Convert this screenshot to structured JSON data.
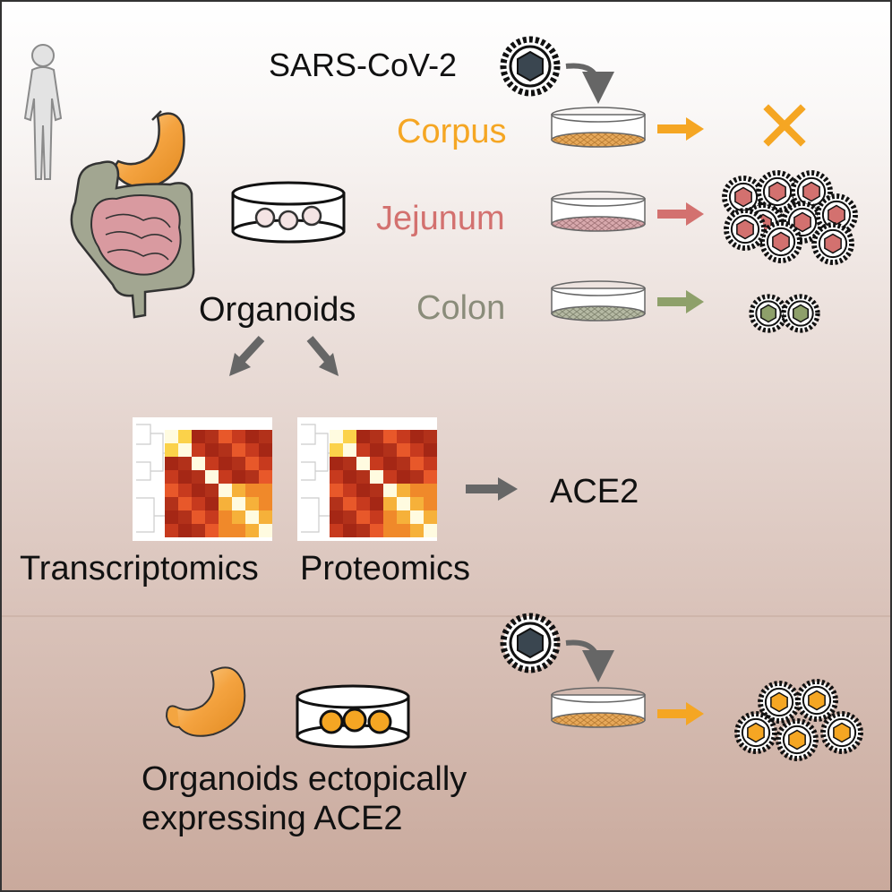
{
  "labels": {
    "virus": "SARS-CoV-2",
    "corpus": "Corpus",
    "jejunum": "Jejunum",
    "colon": "Colon",
    "organoids": "Organoids",
    "ace2": "ACE2",
    "transcriptomics": "Transcriptomics",
    "proteomics": "Proteomics",
    "ectopic_line1": "Organoids ectopically",
    "ectopic_line2": "expressing ACE2"
  },
  "colors": {
    "corpus": "#f5a623",
    "jejunum": "#d3716f",
    "colon": "#8a8c7a",
    "virus_core": "#3a4650",
    "arrow_gray": "#666666",
    "colon_arrow": "#8ea06a",
    "stomach": "#f3a541",
    "intestine_small": "#d99aa0",
    "intestine_large": "#a2a691"
  },
  "icons": [
    "person-silhouette-icon",
    "stomach-icon",
    "intestine-icon",
    "virus-icon",
    "culture-dish-icon",
    "block-x-icon",
    "heatmap-icon"
  ]
}
